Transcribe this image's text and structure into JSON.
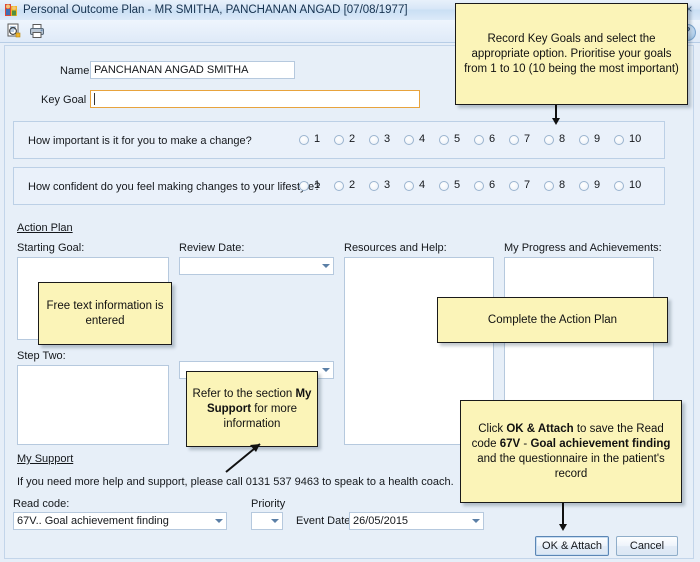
{
  "window": {
    "title": "Personal Outcome Plan - MR SMITHA, PANCHANAN ANGAD [07/08/1977]",
    "app_icon": "people-icon",
    "close_label": "×",
    "help_label": "?",
    "toolbar": [
      {
        "name": "print-preview-icon",
        "label": "Print Preview"
      },
      {
        "name": "print-icon",
        "label": "Print"
      }
    ]
  },
  "form": {
    "name_label": "Name",
    "name_value": "PANCHANAN ANGAD SMITHA",
    "key_goal_label": "Key Goal",
    "key_goal_value": "",
    "questions": [
      {
        "label": "How important is it for you to make a change?",
        "options": [
          "1",
          "2",
          "3",
          "4",
          "5",
          "6",
          "7",
          "8",
          "9",
          "10"
        ],
        "selected": ""
      },
      {
        "label": "How confident do you feel making changes to your lifestyle?",
        "options": [
          "1",
          "2",
          "3",
          "4",
          "5",
          "6",
          "7",
          "8",
          "9",
          "10"
        ],
        "selected": ""
      }
    ],
    "action_plan_heading": "Action Plan",
    "starting_goal_label": "Starting Goal:",
    "starting_goal_value": "",
    "review_date_label": "Review Date:",
    "review_date_value": "",
    "step_two_label": "Step Two:",
    "step_two_value": "",
    "step_two_date_value": "",
    "resources_label": "Resources and Help:",
    "resources_value": "",
    "progress_label": "My Progress and Achievements:",
    "progress_value": "",
    "my_support_heading": "My Support",
    "my_support_text": "If you need more help and support, please call 0131 537 9463 to speak to a health coach.",
    "read_code_label": "Read code:",
    "read_code_value": "67V.. Goal achievement finding",
    "priority_label": "Priority",
    "priority_value": "",
    "event_date_label": "Event Date",
    "event_date_value": "26/05/2015",
    "ok_button": "OK & Attach",
    "cancel_button": "Cancel"
  },
  "callouts": {
    "key_goals": "Record Key Goals and select the appropriate option. Prioritise your goals from 1 to 10 (10 being the most important)",
    "free_text": "Free text information is entered",
    "action_plan": "Complete the Action Plan",
    "my_support_ref_1": "Refer to the section ",
    "my_support_ref_bold": "My Support",
    "my_support_ref_2": " for more information",
    "ok_attach_1": "Click ",
    "ok_attach_b1": "OK & Attach",
    "ok_attach_2": " to save the Read code ",
    "ok_attach_b2": "67V",
    "ok_attach_3": " - ",
    "ok_attach_b3": "Goal achievement finding",
    "ok_attach_4": " and the questionnaire in the patient's record"
  },
  "colors": {
    "callout_bg": "#fbf4b8",
    "form_bg": "#e7eff8",
    "focus_border": "#e8a33d",
    "title_text": "#16324f"
  }
}
